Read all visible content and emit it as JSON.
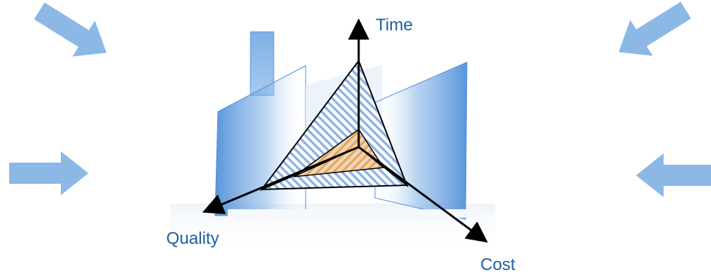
{
  "diagram": {
    "axes": {
      "time_label": "Time",
      "quality_label": "Quality",
      "cost_label": "Cost"
    },
    "colors": {
      "arrow": "#8cb8e6",
      "factory": "#4f8fd8",
      "outer_hatch": "#8db4e6",
      "inner_hatch": "#f0a24a",
      "axis": "#000000",
      "label": "#1f5fa0"
    }
  }
}
